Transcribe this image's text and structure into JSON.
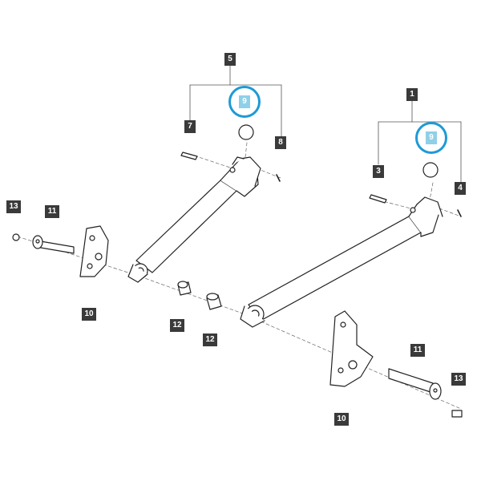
{
  "callouts": {
    "c1": "1",
    "c3": "3",
    "c4": "4",
    "c5": "5",
    "c7": "7",
    "c8": "8",
    "c9_left": "9",
    "c9_right": "9",
    "c10_left": "10",
    "c10_right": "10",
    "c11_left": "11",
    "c11_right": "11",
    "c12_a": "12",
    "c12_b": "12",
    "c13_left": "13",
    "c13_right": "13"
  },
  "colors": {
    "callout_bg": "#3a3a3a",
    "highlight_fill": "#8fd0e8",
    "highlight_ring": "#1e9ad6",
    "line_art": "#222222"
  }
}
